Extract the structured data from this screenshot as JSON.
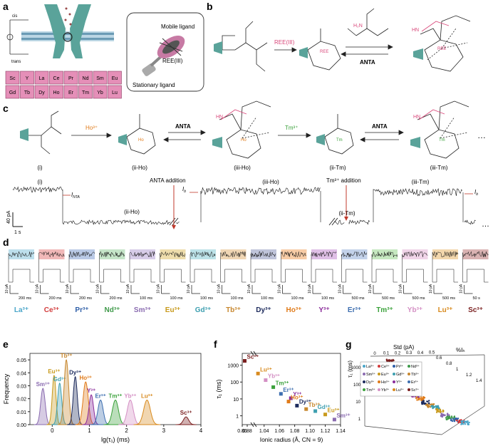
{
  "panels": [
    "a",
    "b",
    "c",
    "d",
    "e",
    "f",
    "g"
  ],
  "panel_a": {
    "cis": "cis",
    "trans": "trans",
    "grid": [
      [
        "Sc",
        "Y",
        "La",
        "Ce",
        "Pr",
        "Nd",
        "Sm",
        "Eu"
      ],
      [
        "Gd",
        "Tb",
        "Dy",
        "Ho",
        "Er",
        "Tm",
        "Yb",
        "Lu"
      ]
    ],
    "mobile": "Mobile ligand",
    "ree": "REE(III)",
    "stationary": "Stationary ligand",
    "grid_color": "#e58fb8"
  },
  "panel_b": {
    "ree_label": "REE(III)",
    "ree_atom": "REE",
    "anta": "ANTA",
    "hn": "HN",
    "h2n": "H₂N"
  },
  "panel_c": {
    "ho": "Ho³⁺",
    "tm": "Tm³⁺",
    "anta1": "ANTA",
    "anta2": "ANTA",
    "ho_atom": "Ho",
    "tm_atom": "Tm",
    "hn": "HN",
    "states": [
      "(i)",
      "(ii-Ho)",
      "(iii-Ho)",
      "(ii-Tm)",
      "(iii-Tm)"
    ],
    "trace_states": [
      "(i)",
      "(ii-Ho)",
      "(iii-Ho)",
      "(ii-Tm)",
      "(iii-Tm)"
    ],
    "anta_addition": "ANTA addition",
    "tm_addition": "Tm³⁺ addition",
    "inta": "I",
    "inta_sub": "NTA",
    "ib": "I",
    "ib_sub": "b",
    "scale_pa": "40 pA",
    "scale_s": "1 s",
    "dots": "…",
    "ho_color": "#e07b1a",
    "tm_color": "#3aa13a"
  },
  "panel_d": {
    "ions": [
      {
        "name": "La³⁺",
        "color": "#4aa6c9",
        "box": "#b6dcea",
        "t": "200 ms",
        "y": "10 pA"
      },
      {
        "name": "Ce³⁺",
        "color": "#d23c3c",
        "box": "#f0b0b0",
        "t": "200 ms",
        "y": "10 pA"
      },
      {
        "name": "Pr³⁺",
        "color": "#2f5fa8",
        "box": "#b3c4e3",
        "t": "200 ms",
        "y": "10 pA"
      },
      {
        "name": "Nd³⁺",
        "color": "#3f9a4a",
        "box": "#bfe2c2",
        "t": "200 ms",
        "y": "10 pA"
      },
      {
        "name": "Sm³⁺",
        "color": "#8a6bb0",
        "box": "#d3c6e5",
        "t": "100 ms",
        "y": "10 pA"
      },
      {
        "name": "Eu³⁺",
        "color": "#c89a1c",
        "box": "#ecd9a3",
        "t": "100 ms",
        "y": "10 pA"
      },
      {
        "name": "Gd³⁺",
        "color": "#3d9fb0",
        "box": "#b5dfe6",
        "t": "100 ms",
        "y": "10 pA"
      },
      {
        "name": "Tb³⁺",
        "color": "#c7872e",
        "box": "#eed2ac",
        "t": "100 ms",
        "y": "10 pA"
      },
      {
        "name": "Dy³⁺",
        "color": "#1c2a5c",
        "box": "#b8bed6",
        "t": "100 ms",
        "y": "10 pA"
      },
      {
        "name": "Ho³⁺",
        "color": "#e07b1a",
        "box": "#f6c79c",
        "t": "100 ms",
        "y": "10 pA"
      },
      {
        "name": "Y³⁺",
        "color": "#8a2c9a",
        "box": "#dcb8e3",
        "t": "100 ms",
        "y": "10 pA"
      },
      {
        "name": "Er³⁺",
        "color": "#3e6fb0",
        "box": "#bdcde8",
        "t": "500 ms",
        "y": "10 pA"
      },
      {
        "name": "Tm³⁺",
        "color": "#3aa13a",
        "box": "#c0e5b9",
        "t": "500 ms",
        "y": "10 pA"
      },
      {
        "name": "Yb³⁺",
        "color": "#d48fc4",
        "box": "#eecfe6",
        "t": "500 ms",
        "y": "10 pA"
      },
      {
        "name": "Lu³⁺",
        "color": "#d88a1e",
        "box": "#f2d3a3",
        "t": "500 ms",
        "y": "10 pA"
      },
      {
        "name": "Sc³⁺",
        "color": "#7a1f1f",
        "box": "#d5aaaa",
        "t": "50 s",
        "y": "10 pA"
      }
    ]
  },
  "chart_data": [
    {
      "panel": "e",
      "type": "area",
      "xlabel": "lg(τ₁) (ms)",
      "ylabel": "Frequency",
      "xlim": [
        -0.6,
        4
      ],
      "ylim": [
        0,
        0.055
      ],
      "xticks": [
        0,
        1,
        2,
        3,
        4
      ],
      "yticks": [
        0,
        0.01,
        0.02,
        0.03,
        0.04,
        0.05
      ],
      "series": [
        {
          "name": "Sm³⁺",
          "mu": -0.25,
          "sigma": 0.06,
          "peak": 0.028,
          "color": "#8a6bb0"
        },
        {
          "name": "Eu³⁺",
          "mu": 0.05,
          "sigma": 0.05,
          "peak": 0.038,
          "color": "#c89a1c"
        },
        {
          "name": "Gd³⁺",
          "mu": 0.2,
          "sigma": 0.055,
          "peak": 0.032,
          "color": "#3d9fb0"
        },
        {
          "name": "Tb³⁺",
          "mu": 0.38,
          "sigma": 0.06,
          "peak": 0.05,
          "color": "#c7872e"
        },
        {
          "name": "Dy³⁺",
          "mu": 0.62,
          "sigma": 0.055,
          "peak": 0.037,
          "color": "#1c2a5c"
        },
        {
          "name": "Ho³⁺",
          "mu": 0.9,
          "sigma": 0.07,
          "peak": 0.033,
          "color": "#e07b1a"
        },
        {
          "name": "Y³⁺",
          "mu": 1.05,
          "sigma": 0.06,
          "peak": 0.023,
          "color": "#8a2c9a"
        },
        {
          "name": "Er³⁺",
          "mu": 1.3,
          "sigma": 0.07,
          "peak": 0.019,
          "color": "#3e6fb0"
        },
        {
          "name": "Tm³⁺",
          "mu": 1.7,
          "sigma": 0.08,
          "peak": 0.019,
          "color": "#3aa13a"
        },
        {
          "name": "Yb³⁺",
          "mu": 2.1,
          "sigma": 0.08,
          "peak": 0.019,
          "color": "#d48fc4"
        },
        {
          "name": "Lu³⁺",
          "mu": 2.55,
          "sigma": 0.09,
          "peak": 0.019,
          "color": "#d88a1e"
        },
        {
          "name": "Sc³⁺",
          "mu": 3.6,
          "sigma": 0.07,
          "peak": 0.006,
          "color": "#7a1f1f"
        }
      ]
    },
    {
      "panel": "f",
      "type": "scatter",
      "xlabel": "Ionic radius (Å, CN = 9)",
      "ylabel": "τ₁ (ms)",
      "yscale": "log",
      "ylim": [
        0.3,
        5000
      ],
      "xlim": [
        0.86,
        1.14
      ],
      "xticks": [
        "0.86",
        "0.88",
        "1.04",
        "1.06",
        "1.08",
        "1.10",
        "1.12",
        "1.14"
      ],
      "yticks": [
        "1",
        "10",
        "100",
        "1000"
      ],
      "points": [
        {
          "name": "Sc³⁺",
          "x": 0.87,
          "y": 1800,
          "color": "#7a1f1f"
        },
        {
          "name": "Lu³⁺",
          "x": 1.032,
          "y": 320,
          "color": "#d88a1e"
        },
        {
          "name": "Yb³⁺",
          "x": 1.042,
          "y": 130,
          "color": "#d48fc4"
        },
        {
          "name": "Tm³⁺",
          "x": 1.052,
          "y": 50,
          "color": "#3aa13a"
        },
        {
          "name": "Er³⁺",
          "x": 1.062,
          "y": 20,
          "color": "#3e6fb0"
        },
        {
          "name": "Y³⁺",
          "x": 1.075,
          "y": 11,
          "color": "#8a2c9a"
        },
        {
          "name": "Ho³⁺",
          "x": 1.072,
          "y": 7,
          "color": "#e07b1a"
        },
        {
          "name": "Dy³⁺",
          "x": 1.083,
          "y": 4,
          "color": "#1c2a5c"
        },
        {
          "name": "Tb³⁺",
          "x": 1.095,
          "y": 2.5,
          "color": "#c7872e"
        },
        {
          "name": "Gd³⁺",
          "x": 1.107,
          "y": 1.9,
          "color": "#3d9fb0"
        },
        {
          "name": "Eu³⁺",
          "x": 1.12,
          "y": 1.2,
          "color": "#c89a1c"
        },
        {
          "name": "Sm³⁺",
          "x": 1.132,
          "y": 0.6,
          "color": "#8a6bb0"
        }
      ]
    },
    {
      "panel": "g",
      "type": "scatter",
      "xlabel": "Std (pA)",
      "zlabel": "%Iₕ",
      "ylabel": "τ₁ (ms)",
      "xticks": [
        "0",
        "0.1",
        "0.2",
        "0.3",
        "0.4",
        "0.5"
      ],
      "zticks": [
        "0.6",
        "0.8",
        "1",
        "1.2",
        "1.4"
      ],
      "yticks": [
        "1",
        "10",
        "100",
        "1000"
      ],
      "legend": [
        {
          "name": "La³⁺",
          "color": "#4aa6c9"
        },
        {
          "name": "Ce³⁺",
          "color": "#d23c3c"
        },
        {
          "name": "Pr³⁺",
          "color": "#2f5fa8"
        },
        {
          "name": "Nd³⁺",
          "color": "#3f9a4a"
        },
        {
          "name": "Sm³⁺",
          "color": "#8a6bb0"
        },
        {
          "name": "Eu³⁺",
          "color": "#c89a1c"
        },
        {
          "name": "Gd³⁺",
          "color": "#3d9fb0"
        },
        {
          "name": "Tb³⁺",
          "color": "#c7872e"
        },
        {
          "name": "Dy³⁺",
          "color": "#1c2a5c"
        },
        {
          "name": "Ho³⁺",
          "color": "#e07b1a"
        },
        {
          "name": "Y³⁺",
          "color": "#8a2c9a"
        },
        {
          "name": "Er³⁺",
          "color": "#3e6fb0"
        },
        {
          "name": "Tm³⁺",
          "color": "#3aa13a"
        },
        {
          "name": "Yb³⁺",
          "color": "#d48fc4"
        },
        {
          "name": "Lu³⁺",
          "color": "#d88a1e"
        },
        {
          "name": "Sc³⁺",
          "color": "#7a1f1f"
        }
      ],
      "clusters": [
        {
          "name": "Sc³⁺",
          "tau": 1800
        },
        {
          "name": "Lu³⁺",
          "tau": 300
        },
        {
          "name": "Yb³⁺",
          "tau": 130
        },
        {
          "name": "Tm³⁺",
          "tau": 50
        },
        {
          "name": "Er³⁺",
          "tau": 20
        },
        {
          "name": "Y³⁺",
          "tau": 11
        },
        {
          "name": "Ho³⁺",
          "tau": 7
        },
        {
          "name": "Dy³⁺",
          "tau": 4
        },
        {
          "name": "Tb³⁺",
          "tau": 2.5
        },
        {
          "name": "Gd³⁺",
          "tau": 1.9
        },
        {
          "name": "Eu³⁺",
          "tau": 1.2
        },
        {
          "name": "Sm³⁺",
          "tau": 0.6
        },
        {
          "name": "Nd³⁺",
          "tau": 0.4
        },
        {
          "name": "Pr³⁺",
          "tau": 0.3
        },
        {
          "name": "Ce³⁺",
          "tau": 0.25
        },
        {
          "name": "La³⁺",
          "tau": 0.2
        }
      ]
    }
  ]
}
